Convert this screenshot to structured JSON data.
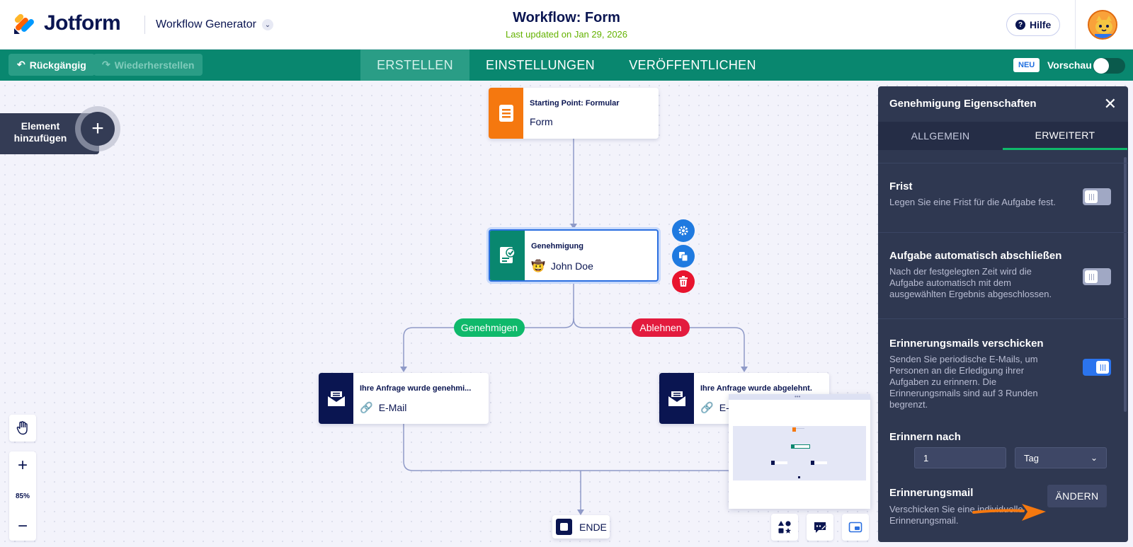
{
  "header": {
    "brand": "Jotform",
    "app_switcher": "Workflow Generator",
    "title": "Workflow: Form",
    "last_updated": "Last updated on Jan 29, 2026",
    "help_label": "Hilfe"
  },
  "toolbar": {
    "undo_label": "Rückgängig",
    "redo_label": "Wiederherstellen",
    "tabs": [
      "ERSTELLEN",
      "EINSTELLUNGEN",
      "VERÖFFENTLICHEN"
    ],
    "active_tab": "ERSTELLEN",
    "new_badge": "NEU",
    "preview_label": "Vorschau",
    "preview_on": false
  },
  "canvas": {
    "add_element_label": "Element hinzufügen",
    "zoom": "85%",
    "nodes": {
      "start": {
        "title": "Starting Point: Formular",
        "subtitle": "Form",
        "color": "#f5780f"
      },
      "approval": {
        "title": "Genehmigung",
        "assignee": "John Doe",
        "color": "#09876f"
      },
      "email_approved": {
        "title": "Ihre Anfrage wurde genehmi...",
        "subtitle": "E-Mail",
        "color": "#0a1551"
      },
      "email_rejected": {
        "title": "Ihre Anfrage wurde abgelehnt.",
        "subtitle": "E-Mail",
        "visible_subtitle": "E-",
        "color": "#0a1551"
      },
      "end": {
        "label": "ENDE"
      }
    },
    "branches": {
      "approve": "Genehmigen",
      "reject": "Ablehnen"
    }
  },
  "panel": {
    "title": "Genehmigung Eigenschaften",
    "tabs": [
      "ALLGEMEIN",
      "ERWEITERT"
    ],
    "active_tab": "ERWEITERT",
    "sections": {
      "deadline": {
        "heading": "Frist",
        "desc": "Legen Sie eine Frist für die Aufgabe fest.",
        "enabled": false
      },
      "auto_complete": {
        "heading": "Aufgabe automatisch abschließen",
        "desc": "Nach der festgelegten Zeit wird die Aufgabe automatisch mit dem ausgewählten Ergebnis abgeschlossen.",
        "enabled": false
      },
      "reminders": {
        "heading": "Erinnerungsmails verschicken",
        "desc": "Senden Sie periodische E-Mails, um Personen an die Erledigung ihrer Aufgaben zu erinnern. Die Erinnerungsmails sind auf 3 Runden begrenzt.",
        "enabled": true
      },
      "remind_after": {
        "heading": "Erinnern nach",
        "value": "1",
        "unit": "Tag"
      },
      "reminder_mail": {
        "heading": "Erinnerungsmail",
        "desc": "Verschicken Sie eine individuelle Erinnerungsmail.",
        "button": "ÄNDERN"
      }
    }
  },
  "colors": {
    "accent": "#09876f",
    "blue": "#1f7ae0",
    "red": "#e8142e",
    "green": "#0fb96b",
    "arrow": "#f5780f"
  }
}
